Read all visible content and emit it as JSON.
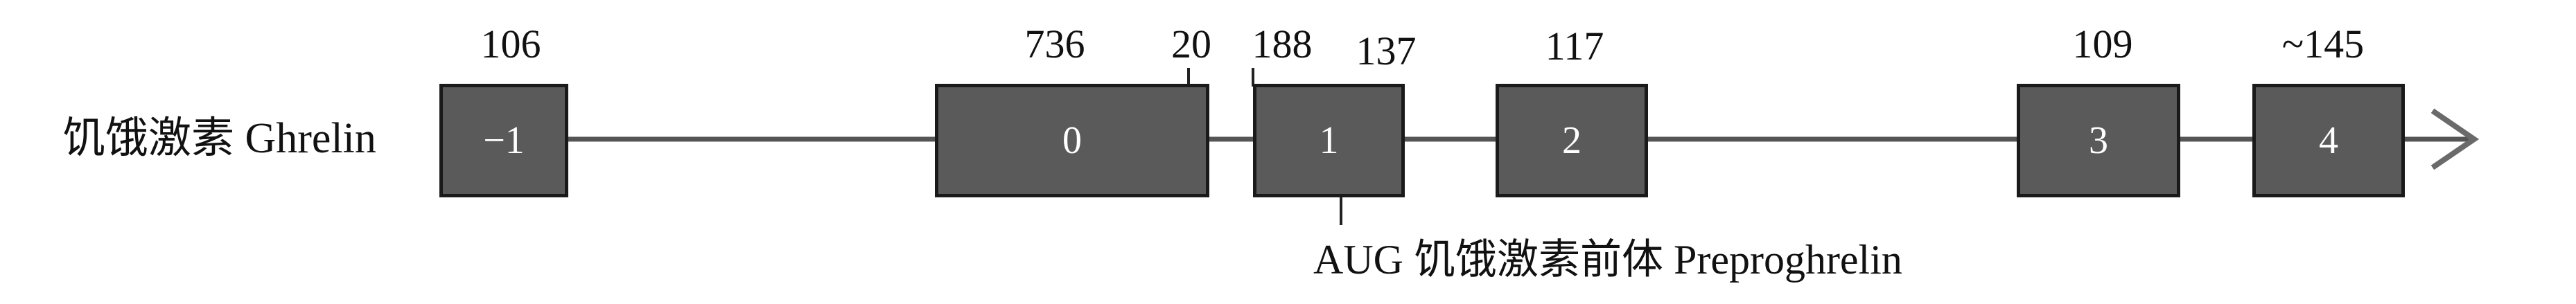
{
  "gene_label": "饥饿激素 Ghrelin",
  "exons": [
    {
      "id": "ex-minus1",
      "label": "−1"
    },
    {
      "id": "ex-0",
      "label": "0"
    },
    {
      "id": "ex-1",
      "label": "1"
    },
    {
      "id": "ex-2",
      "label": "2"
    },
    {
      "id": "ex-3",
      "label": "3"
    },
    {
      "id": "ex-4",
      "label": "4"
    }
  ],
  "sizes": {
    "ex_minus1": "106",
    "ex_0": "736",
    "ex_0_end": "20",
    "ex_1_start": "188",
    "ex_1": "137",
    "ex_2": "117",
    "ex_3": "109",
    "ex_4": "~145"
  },
  "start_annotation": "AUG  饥饿激素前体 Preproghrelin",
  "colors": {
    "exon_fill": "#5a5a5a",
    "exon_border": "#1a1a1a",
    "line": "#555555",
    "arrow": "#6a6a6a"
  }
}
